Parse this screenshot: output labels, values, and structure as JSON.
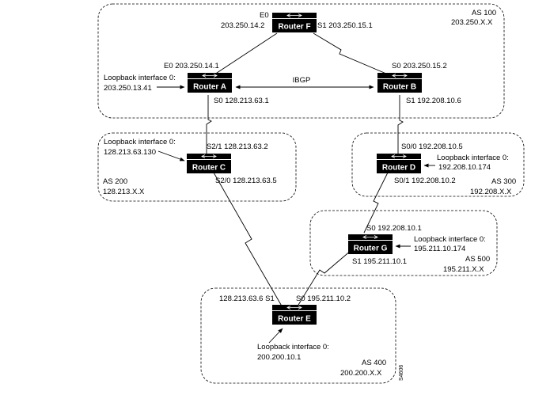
{
  "as_areas": [
    {
      "id": "as100",
      "name": "AS 100",
      "prefix": "203.250.X.X"
    },
    {
      "id": "as200",
      "name": "AS 200",
      "prefix": "128.213.X.X"
    },
    {
      "id": "as300",
      "name": "AS 300",
      "prefix": "192.208.X.X"
    },
    {
      "id": "as500",
      "name": "AS 500",
      "prefix": "195.211.X.X"
    },
    {
      "id": "as400",
      "name": "AS 400",
      "prefix": "200.200.X.X"
    }
  ],
  "routers": {
    "f": "Router F",
    "a": "Router A",
    "b": "Router B",
    "c": "Router C",
    "d": "Router D",
    "g": "Router G",
    "e": "Router E"
  },
  "interfaces": {
    "f_e0_name": "E0",
    "f_e0_ip": "203.250.14.2",
    "f_s1": "S1 203.250.15.1",
    "a_e0": "E0 203.250.14.1",
    "a_s0": "S0 128.213.63.1",
    "b_s0": "S0 203.250.15.2",
    "b_s1": "S1 192.208.10.6",
    "c_s21": "S2/1 128.213.63.2",
    "c_s20": "S2/0 128.213.63.5",
    "d_s00": "S0/0 192.208.10.5",
    "d_s01": "S0/1 192.208.10.2",
    "g_s0": "S0 192.208.10.1",
    "g_s1": "S1 195.211.10.1",
    "e_s1": "128.213.63.6 S1",
    "e_s0": "S0 195.211.10.2"
  },
  "loopbacks": {
    "label": "Loopback interface 0:",
    "a": "203.250.13.41",
    "c": "128.213.63.130",
    "d": "192.208.10.174",
    "g": "195.211.10.174",
    "e": "200.200.10.1"
  },
  "ibgp_label": "IBGP",
  "figure_id": "S4606"
}
